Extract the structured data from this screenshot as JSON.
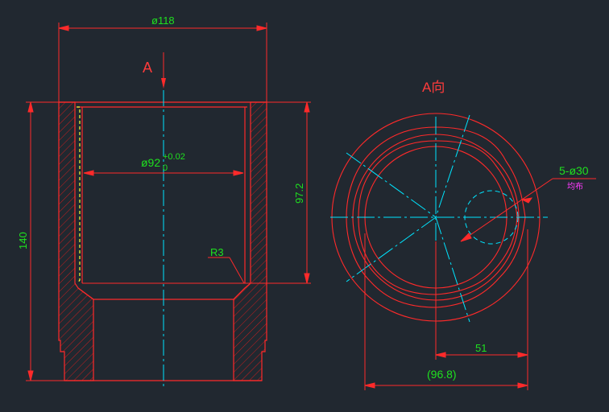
{
  "drawing": {
    "colors": {
      "background": "#212830",
      "outline": "#ff2a2a",
      "centerline": "#00e5ff",
      "dimension_text": "#1fe01f",
      "hatch": "#d02020",
      "highlight": "#ffff33",
      "note": "#ff3cff"
    },
    "front_view": {
      "outer_diameter": "ø118",
      "view_arrow_label": "A",
      "bore_diameter": "ø92",
      "bore_tol_upper": "+0.02",
      "bore_tol_lower": "0",
      "depth": "97.2",
      "height": "140",
      "fillet": "R3"
    },
    "side_view": {
      "title": "A向",
      "holes": "5-ø30",
      "holes_note": "均布",
      "offset": "51",
      "reference_width": "(96.8)"
    }
  }
}
